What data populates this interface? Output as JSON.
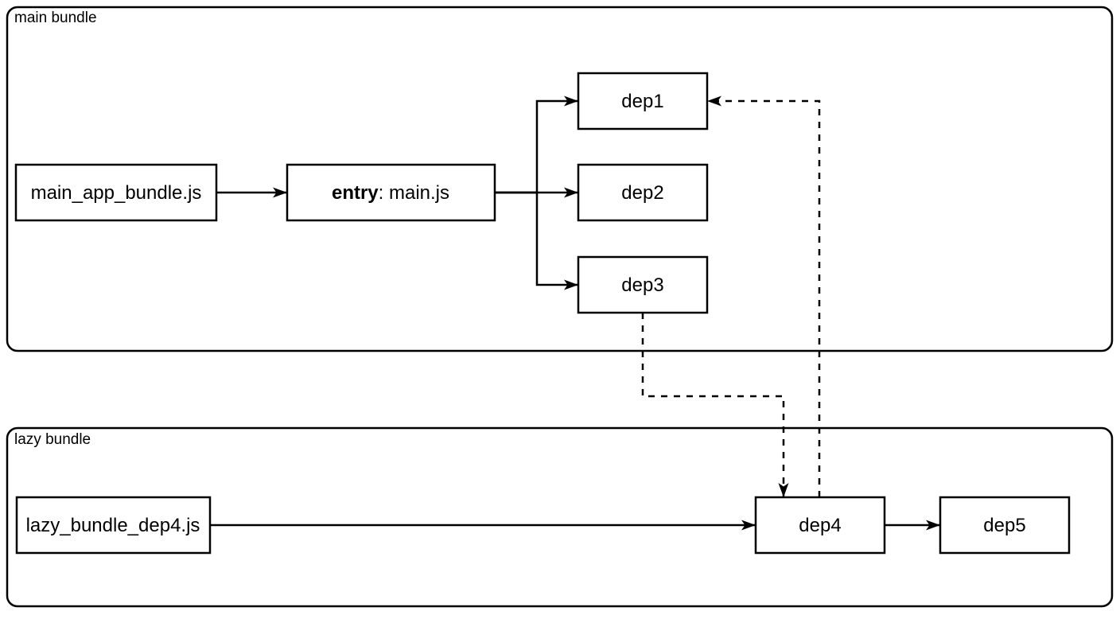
{
  "canvas": {
    "background": "#ffffff",
    "stroke_color": "#000000",
    "node_fill": "#ffffff"
  },
  "containers": [
    {
      "label": "main bundle"
    },
    {
      "label": "lazy bundle"
    }
  ],
  "nodes": [
    {
      "label": "main_app_bundle.js",
      "container": "main bundle"
    },
    {
      "label_bold": "entry",
      "label_rest": ": main.js",
      "container": "main bundle"
    },
    {
      "label": "dep1",
      "container": "main bundle"
    },
    {
      "label": "dep2",
      "container": "main bundle"
    },
    {
      "label": "dep3",
      "container": "main bundle"
    },
    {
      "label": "lazy_bundle_dep4.js",
      "container": "lazy bundle"
    },
    {
      "label": "dep4",
      "container": "lazy bundle"
    },
    {
      "label": "dep5",
      "container": "lazy bundle"
    }
  ],
  "edges": [
    {
      "from": "main_app_bundle.js",
      "to": "entry: main.js",
      "style": "solid"
    },
    {
      "from": "entry: main.js",
      "to": "dep1",
      "style": "solid"
    },
    {
      "from": "entry: main.js",
      "to": "dep2",
      "style": "solid"
    },
    {
      "from": "entry: main.js",
      "to": "dep3",
      "style": "solid"
    },
    {
      "from": "dep3",
      "to": "dep4",
      "style": "dashed"
    },
    {
      "from": "dep4",
      "to": "dep1",
      "style": "dashed"
    },
    {
      "from": "lazy_bundle_dep4.js",
      "to": "dep4",
      "style": "solid"
    },
    {
      "from": "dep4",
      "to": "dep5",
      "style": "solid"
    }
  ]
}
